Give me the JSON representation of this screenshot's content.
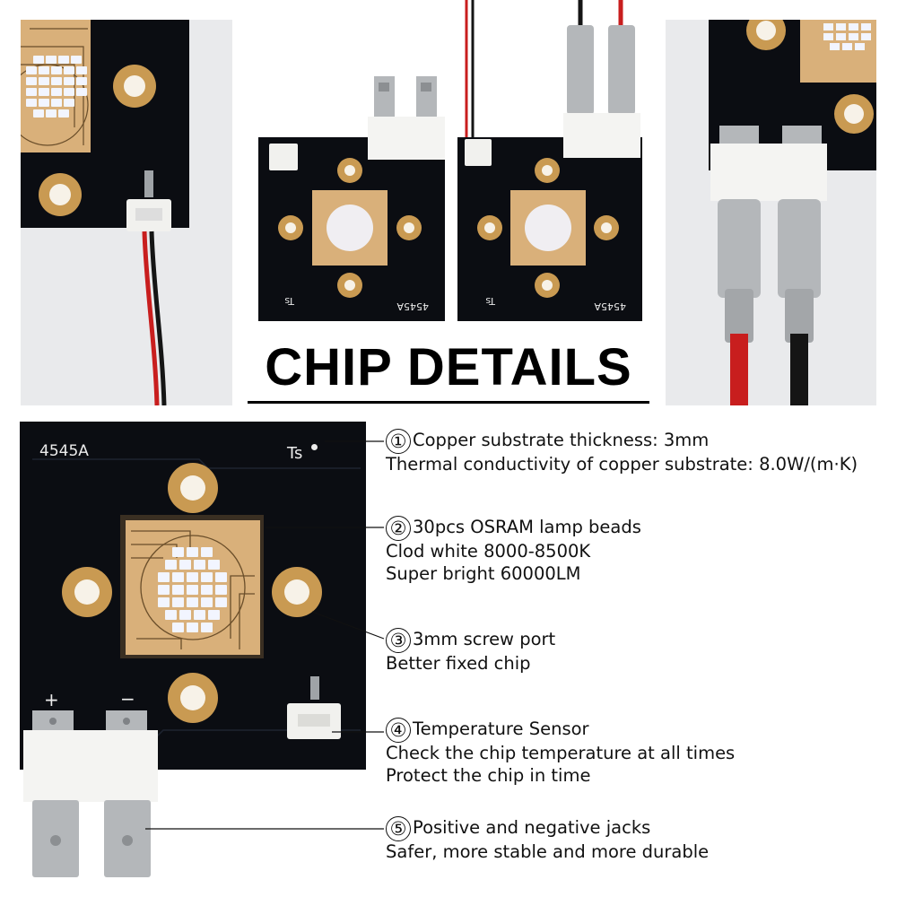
{
  "title": "CHIP DETAILS",
  "board": {
    "model": "4545A",
    "sensor_mark": "Ts",
    "plus": "+",
    "minus": "−"
  },
  "annotations": [
    {
      "num": "①",
      "head": "Copper substrate thickness: 3mm",
      "lines": [
        "Thermal conductivity of copper substrate: 8.0W/(m·K)"
      ]
    },
    {
      "num": "②",
      "head": "30pcs OSRAM lamp beads",
      "lines": [
        "Clod white 8000-8500K",
        "Super bright 60000LM"
      ]
    },
    {
      "num": "③",
      "head": "3mm screw port",
      "lines": [
        "Better fixed chip"
      ]
    },
    {
      "num": "④",
      "head": "Temperature Sensor",
      "lines": [
        "Check the chip temperature at all times",
        "Protect the chip in time"
      ]
    },
    {
      "num": "⑤",
      "head": "Positive and negative jacks",
      "lines": [
        "Safer, more stable and more durable"
      ]
    }
  ],
  "colors": {
    "pcb": "#0b0d12",
    "copper": "#d9b07a",
    "led": "#f2f5ff",
    "pad": "#c99a52",
    "terminal": "#a9acb0",
    "housing": "#f4f4f2",
    "wire_red": "#c81e1e",
    "wire_black": "#151515"
  }
}
